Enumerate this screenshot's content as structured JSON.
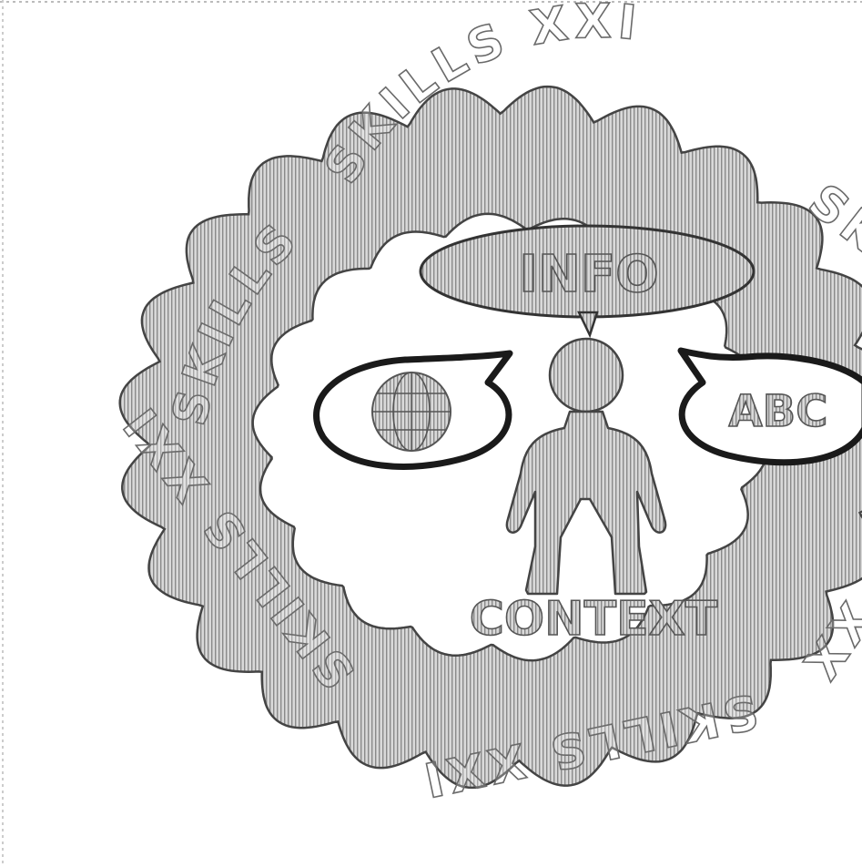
{
  "diagram": {
    "ring_text": "SKILLS XXI",
    "top_bubble_label": "INFO",
    "right_bubble_label": "ABC",
    "bottom_label": "CONTEXT",
    "left_bubble_icon": "globe-icon",
    "center_figure_icon": "person-icon",
    "colors": {
      "background": "#ffffff",
      "hatch_dark": "#8a8a8a",
      "hatch_light": "#d9d9d9",
      "outline": "#333333",
      "bubble_outline": "#1a1a1a"
    }
  }
}
